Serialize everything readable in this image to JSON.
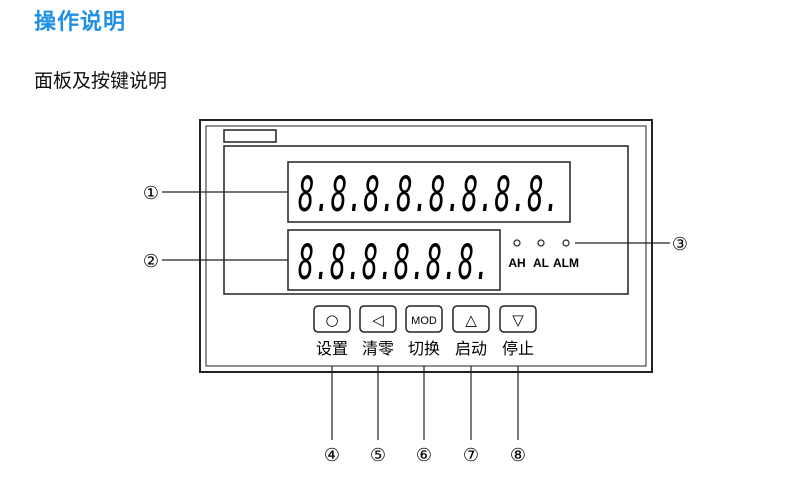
{
  "heading": "操作说明",
  "subheading": "面板及按键说明",
  "display": {
    "upper_digits": "8.8.8.8.8.8.8.8.",
    "lower_digits": "8.8.8.8.8.8."
  },
  "indicators": [
    {
      "id": "ah",
      "label": "AH"
    },
    {
      "id": "al",
      "label": "AL"
    },
    {
      "id": "alm",
      "label": "ALM"
    }
  ],
  "buttons": [
    {
      "id": "set",
      "symbol": "○",
      "label": "设置"
    },
    {
      "id": "clear",
      "symbol": "◁",
      "label": "清零"
    },
    {
      "id": "switch",
      "symbol": "MOD",
      "label": "切换"
    },
    {
      "id": "start",
      "symbol": "△",
      "label": "启动"
    },
    {
      "id": "stop",
      "symbol": "▽",
      "label": "停止"
    }
  ],
  "callouts": {
    "upper_display": "①",
    "lower_display": "②",
    "indicators": "③",
    "set_button": "④",
    "clear_button": "⑤",
    "switch_button": "⑥",
    "start_button": "⑦",
    "stop_button": "⑧"
  }
}
